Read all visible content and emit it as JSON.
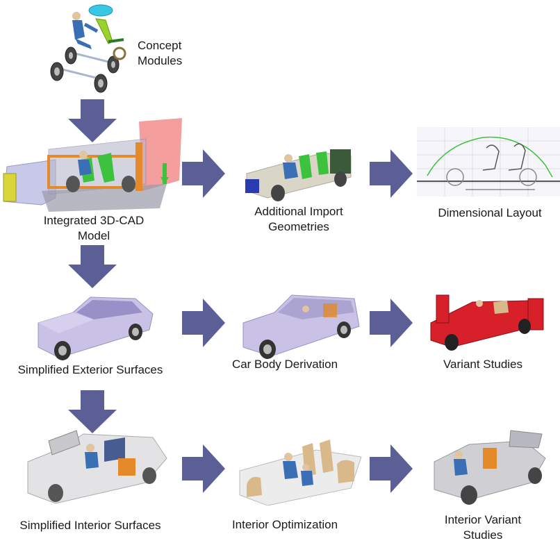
{
  "nodes": {
    "concept_modules": {
      "line1": "Concept",
      "line2": "Modules"
    },
    "integrated_cad": {
      "line1": "Integrated 3D-CAD",
      "line2": "Model"
    },
    "additional_import": {
      "line1": "Additional Import",
      "line2": "Geometries"
    },
    "dimensional_layout": {
      "label": "Dimensional Layout"
    },
    "simplified_exterior": {
      "label": "Simplified Exterior Surfaces"
    },
    "car_body_derivation": {
      "label": "Car Body Derivation"
    },
    "variant_studies": {
      "label": "Variant Studies"
    },
    "simplified_interior": {
      "label": "Simplified Interior Surfaces"
    },
    "interior_optimization": {
      "label": "Interior Optimization"
    },
    "interior_variant": {
      "line1": "Interior Variant",
      "line2": "Studies"
    }
  },
  "colors": {
    "arrow": "#5b5f96",
    "exterior_body": "#c9c2e6",
    "variant_red": "#d7202a",
    "seat_tan": "#d9b98a",
    "cad_orange": "#e48a2a",
    "cad_green": "#3cc23c"
  }
}
